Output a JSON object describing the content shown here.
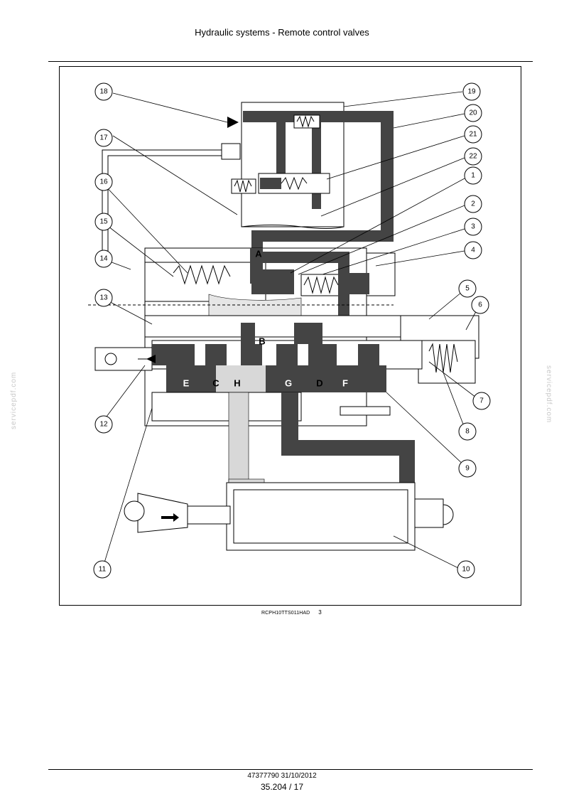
{
  "header": {
    "title": "Hydraulic systems - Remote control valves"
  },
  "figure": {
    "caption_code": "RCPH10TTS011HAD",
    "caption_number": "3",
    "callouts": [
      "1",
      "2",
      "3",
      "4",
      "5",
      "6",
      "7",
      "8",
      "9",
      "10",
      "11",
      "12",
      "13",
      "14",
      "15",
      "16",
      "17",
      "18",
      "19",
      "20",
      "21",
      "22"
    ],
    "ports": [
      "A",
      "B",
      "C",
      "D",
      "E",
      "F",
      "G",
      "H"
    ]
  },
  "footer": {
    "doc_code": "47377790 31/10/2012",
    "page": "35.204 / 17"
  },
  "watermark": {
    "text": "servicepdf.com"
  }
}
